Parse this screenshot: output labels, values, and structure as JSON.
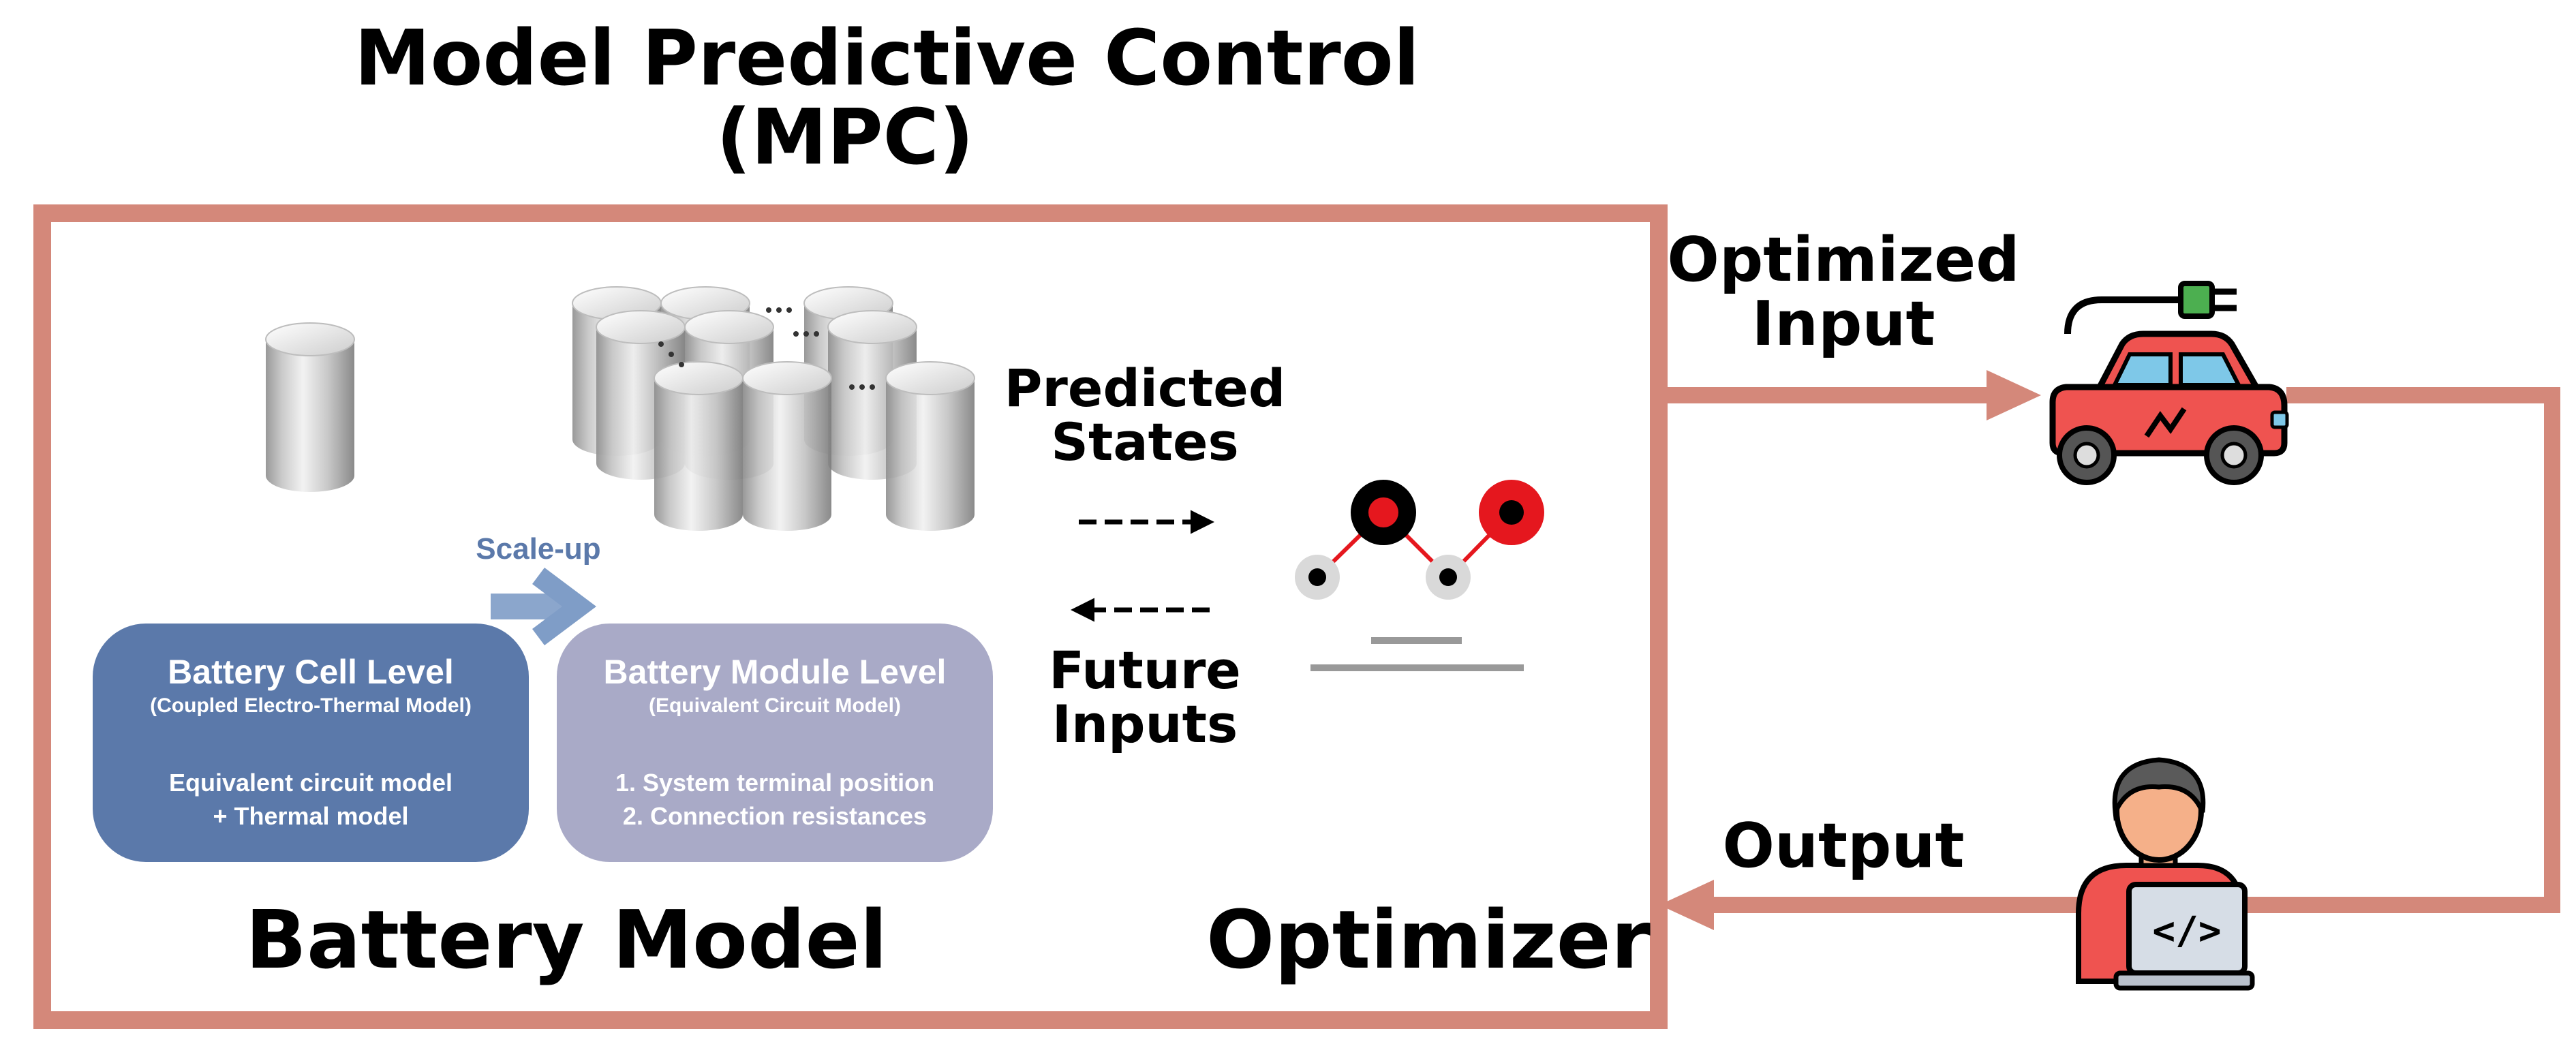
{
  "title": {
    "line1": "Model Predictive Control",
    "line2": "(MPC)"
  },
  "flow": {
    "optimized_input": {
      "line1": "Optimized",
      "line2": "Input"
    },
    "output": "Output"
  },
  "mpc": {
    "predicted_states": {
      "line1": "Predicted",
      "line2": "States"
    },
    "future_inputs": {
      "line1": "Future",
      "line2": "Inputs"
    },
    "scale_up": "Scale-up",
    "battery_model_label": "Battery Model",
    "optimizer_label": "Optimizer"
  },
  "cell_box": {
    "title": "Battery Cell Level",
    "subtitle": "(Coupled Electro-Thermal Model)",
    "line1": "Equivalent circuit model",
    "line2": "+ Thermal model"
  },
  "module_box": {
    "title": "Battery Module Level",
    "subtitle": "(Equivalent Circuit Model)",
    "line1": "1. System terminal position",
    "line2": "2. Connection resistances"
  },
  "colors": {
    "frame": "#d4887a",
    "cell_box": "#5b79aa",
    "module_box": "#a9aac7",
    "scale_arrow": "#7f9dc7",
    "car_body": "#ef5350",
    "plug": "#4caf50",
    "node_red": "#e5171e"
  },
  "icons": {
    "car": "electric-car-icon",
    "person": "developer-laptop-icon",
    "cell": "battery-cell-icon",
    "module": "battery-module-icon",
    "optimizer": "optimization-landscape-icon"
  }
}
